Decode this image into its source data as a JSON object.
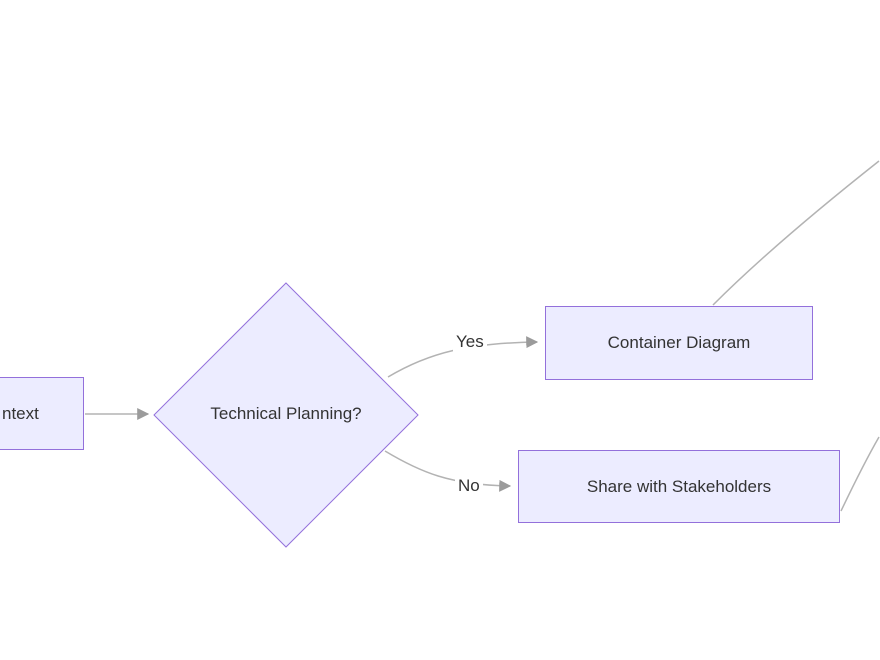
{
  "diagram": {
    "nodes": {
      "context": {
        "label": "ntext"
      },
      "decision": {
        "label": "Technical Planning?"
      },
      "container": {
        "label": "Container Diagram"
      },
      "share": {
        "label": "Share with Stakeholders"
      }
    },
    "edges": {
      "yes_label": "Yes",
      "no_label": "No"
    },
    "colors": {
      "node_fill": "#ECECFF",
      "node_border": "#9370DB",
      "edge_line": "#b3b3b3",
      "arrowhead": "#9b9b9b",
      "text": "#333333",
      "background": "#ffffff"
    }
  }
}
